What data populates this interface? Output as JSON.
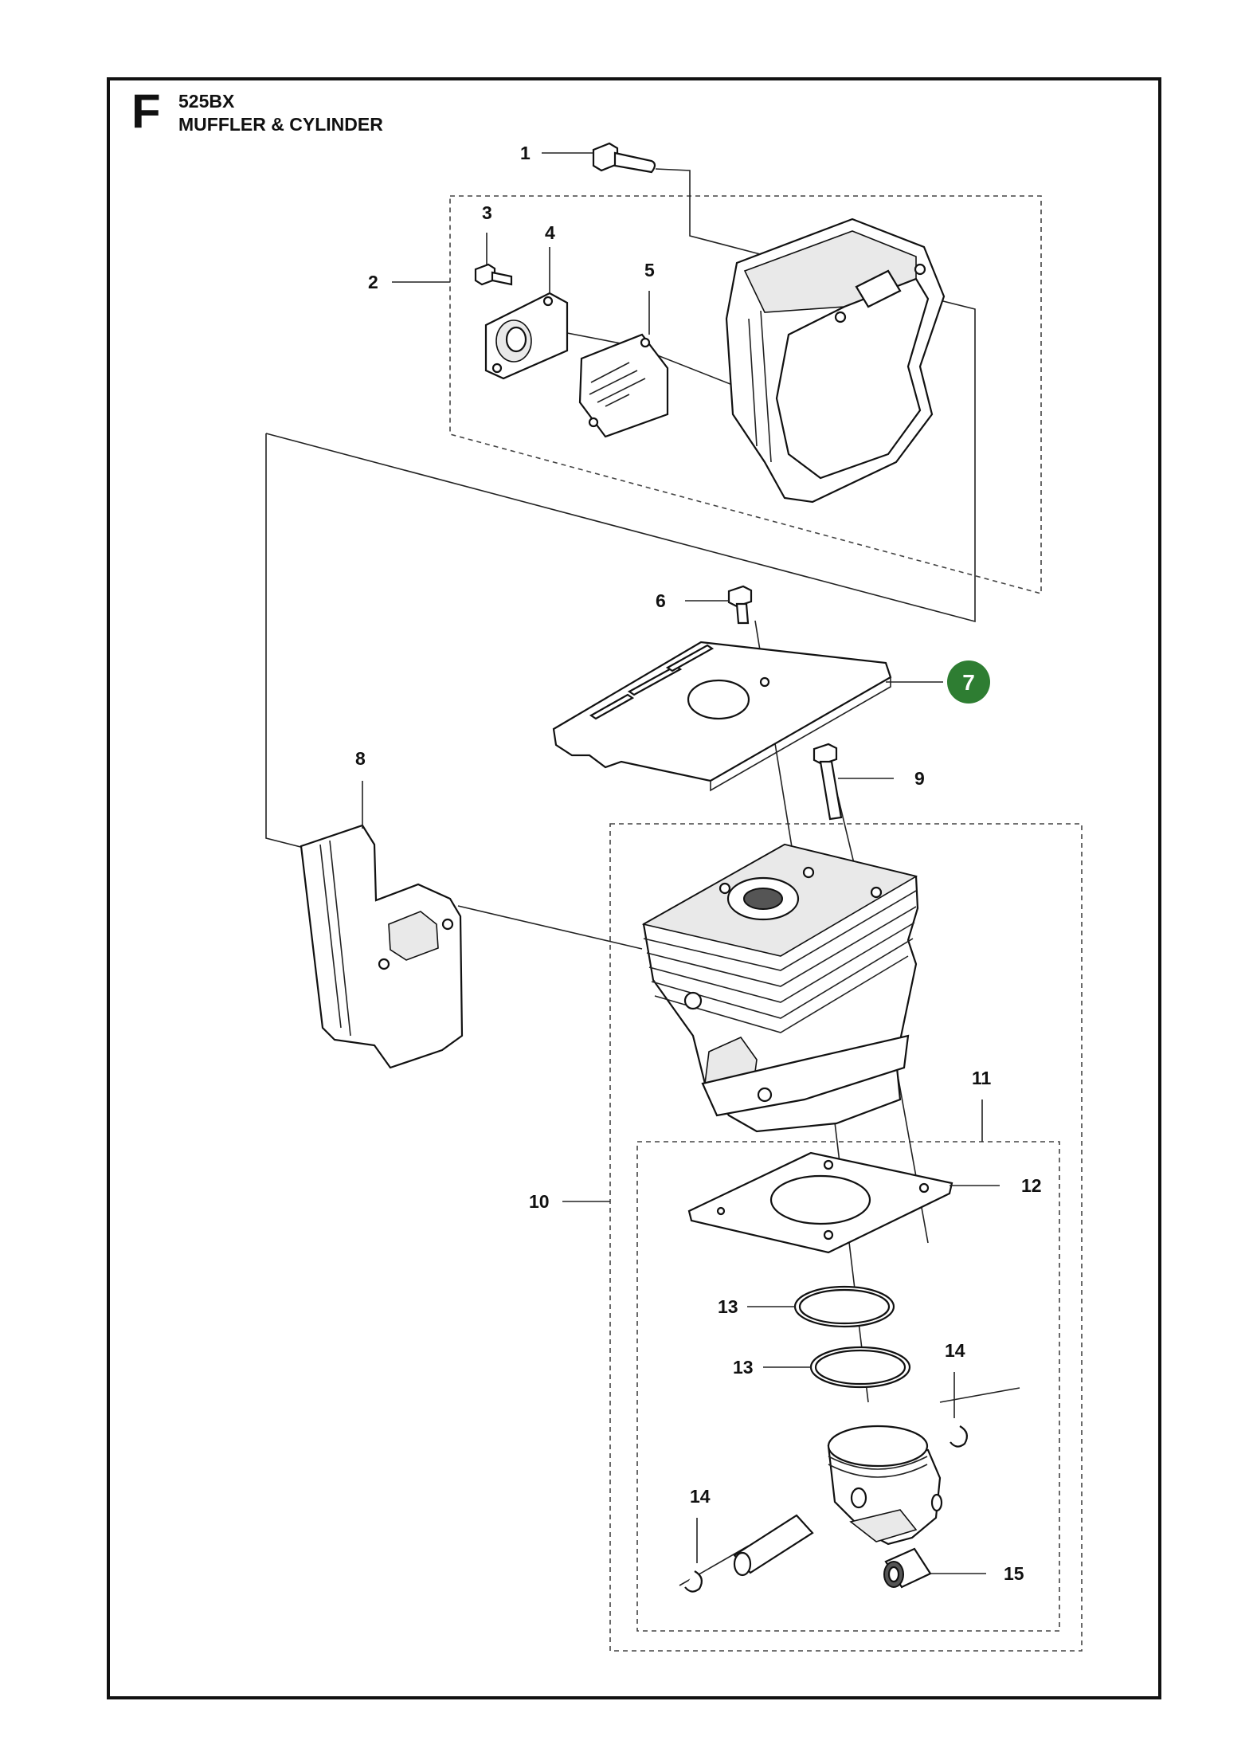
{
  "header": {
    "section_letter": "F",
    "model": "525BX",
    "title": "MUFFLER & CYLINDER"
  },
  "callouts": [
    {
      "id": "1",
      "label": "1"
    },
    {
      "id": "2",
      "label": "2"
    },
    {
      "id": "3",
      "label": "3"
    },
    {
      "id": "4",
      "label": "4"
    },
    {
      "id": "5",
      "label": "5"
    },
    {
      "id": "6",
      "label": "6"
    },
    {
      "id": "7",
      "label": "7",
      "highlighted": true
    },
    {
      "id": "8",
      "label": "8"
    },
    {
      "id": "9",
      "label": "9"
    },
    {
      "id": "10",
      "label": "10"
    },
    {
      "id": "11",
      "label": "11"
    },
    {
      "id": "12",
      "label": "12"
    },
    {
      "id": "13a",
      "label": "13"
    },
    {
      "id": "13b",
      "label": "13"
    },
    {
      "id": "14a",
      "label": "14"
    },
    {
      "id": "14b",
      "label": "14"
    },
    {
      "id": "15",
      "label": "15"
    }
  ],
  "colors": {
    "highlight": "#2e7d32",
    "highlight_text": "#ffffff",
    "ink": "#111111"
  }
}
